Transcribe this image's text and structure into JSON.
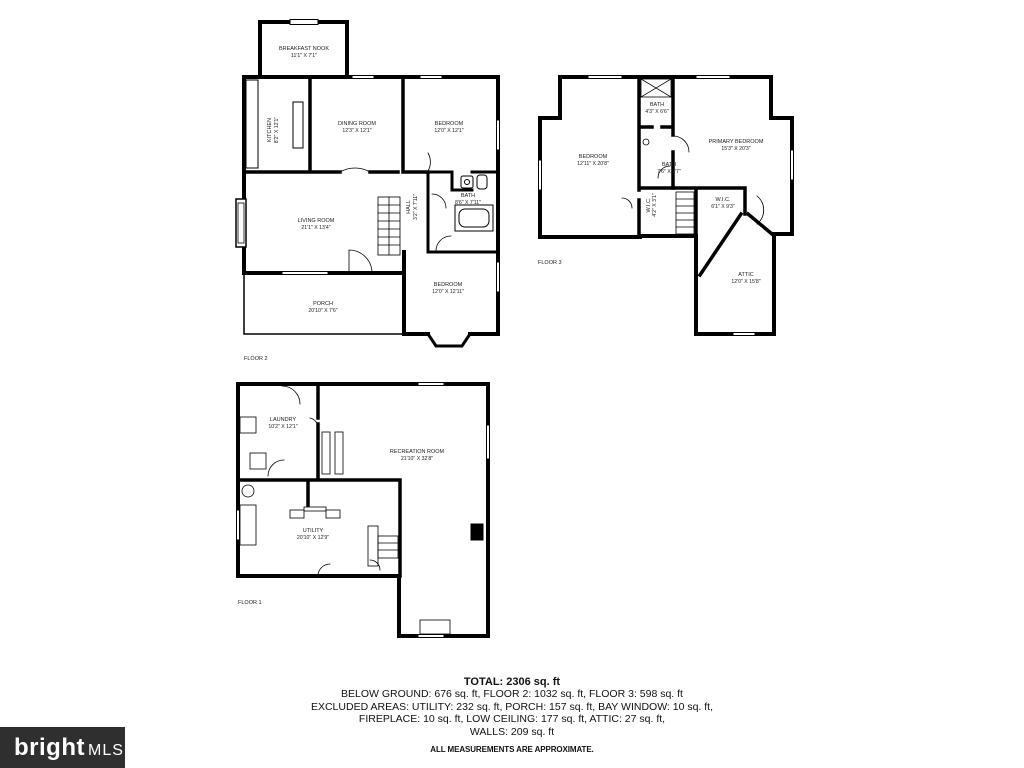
{
  "floors": {
    "floor2": "FLOOR 2",
    "floor3": "FLOOR 3",
    "floor1": "FLOOR 1"
  },
  "rooms": {
    "breakfast_nook": {
      "name": "BREAKFAST NOOK",
      "dims": "11'1\" X 7'1\""
    },
    "kitchen": {
      "name": "KITCHEN",
      "dims": "8'2\" X 12'1\""
    },
    "dining_room": {
      "name": "DINING ROOM",
      "dims": "12'3\" X 12'1\""
    },
    "bedroom_f2_top": {
      "name": "BEDROOM",
      "dims": "12'0\" X 12'1\""
    },
    "living_room": {
      "name": "LIVING ROOM",
      "dims": "21'1\" X 13'4\""
    },
    "hall": {
      "name": "HALL",
      "dims": "3'2\" X 7'11\""
    },
    "bath_f2": {
      "name": "BATH",
      "dims": "8'6\" X 7'11\""
    },
    "porch": {
      "name": "PORCH",
      "dims": "20'10\" X 7'6\""
    },
    "bedroom_f2_bottom": {
      "name": "BEDROOM",
      "dims": "12'0\" X 12'11\""
    },
    "bedroom_f3": {
      "name": "BEDROOM",
      "dims": "12'11\" X 20'8\""
    },
    "bath_f3_small": {
      "name": "BATH",
      "dims": "4'3\" X 6'6\""
    },
    "bath_f3": {
      "name": "BATH",
      "dims": "7'6\" X 7'7\""
    },
    "primary_bedroom": {
      "name": "PRIMARY BEDROOM",
      "dims": "15'3\" X 20'3\""
    },
    "wic_left": {
      "name": "W.I.C.",
      "dims": "4'2\" X 3'1\""
    },
    "wic_right": {
      "name": "W.I.C.",
      "dims": "6'1\" X 9'3\""
    },
    "attic": {
      "name": "ATTIC",
      "dims": "12'0\" X 15'8\""
    },
    "laundry": {
      "name": "LAUNDRY",
      "dims": "10'2\" X 12'1\""
    },
    "recreation_room": {
      "name": "RECREATION ROOM",
      "dims": "21'10\" X 32'8\""
    },
    "utility": {
      "name": "UTILITY",
      "dims": "20'10\" X 12'9\""
    }
  },
  "summary": {
    "total": "TOTAL: 2306 sq. ft",
    "line1": "BELOW GROUND: 676 sq. ft, FLOOR 2: 1032 sq. ft, FLOOR 3: 598 sq. ft",
    "line2": "EXCLUDED AREAS: UTILITY: 232 sq. ft, PORCH: 157 sq. ft, BAY WINDOW: 10 sq. ft,",
    "line3": "FIREPLACE: 10 sq. ft, LOW CEILING: 177 sq. ft, ATTIC: 27 sq. ft,",
    "line4": "WALLS: 209 sq. ft",
    "note": "ALL MEASUREMENTS ARE APPROXIMATE."
  },
  "branding": {
    "logo_text": "bright",
    "logo_suffix": "MLS"
  }
}
